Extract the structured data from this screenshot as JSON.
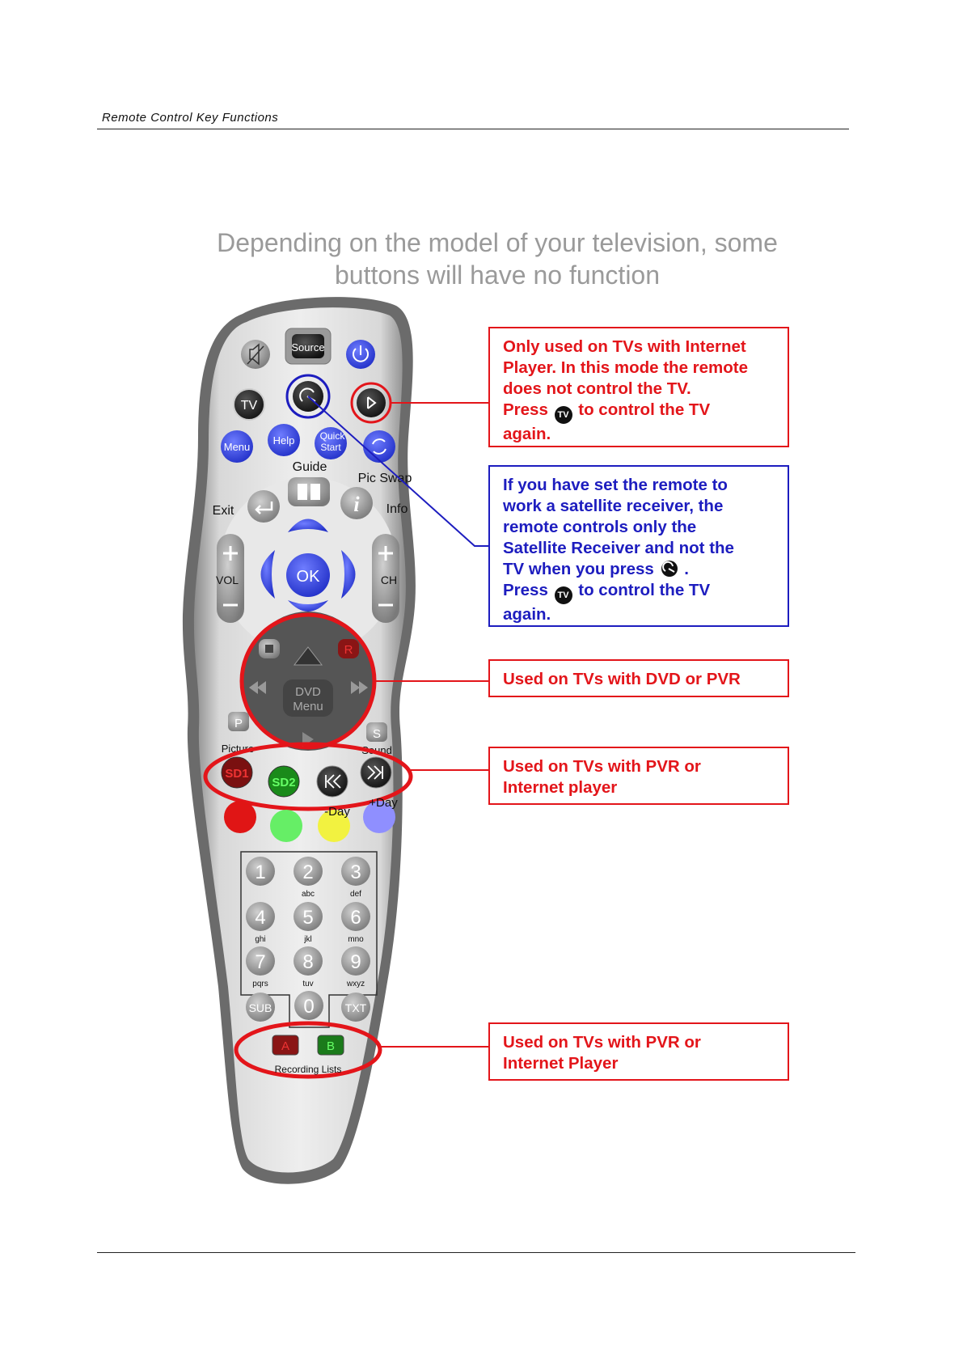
{
  "header": {
    "title": "Remote Control Key Functions"
  },
  "note": {
    "line1": "Depending on the model of your television, some",
    "line2": "buttons will have no function"
  },
  "remote": {
    "source": "Source",
    "tv": "TV",
    "menu": "Menu",
    "help": "Help",
    "quick_start_1": "Quick",
    "quick_start_2": "Start",
    "guide": "Guide",
    "pic_swap": "Pic Swap",
    "exit": "Exit",
    "info": "Info",
    "vol": "VOL",
    "ch": "CH",
    "ok": "OK",
    "dvd_menu_1": "DVD",
    "dvd_menu_2": "Menu",
    "r": "R",
    "p": "P",
    "s": "S",
    "picture": "Picture",
    "sound": "Sound",
    "sd1": "SD1",
    "sd2": "SD2",
    "minus_day": "-Day",
    "plus_day": "+Day",
    "digits": [
      {
        "n": "1",
        "sub": ""
      },
      {
        "n": "2",
        "sub": "abc"
      },
      {
        "n": "3",
        "sub": "def"
      },
      {
        "n": "4",
        "sub": "ghi"
      },
      {
        "n": "5",
        "sub": "jkl"
      },
      {
        "n": "6",
        "sub": "mno"
      },
      {
        "n": "7",
        "sub": "pqrs"
      },
      {
        "n": "8",
        "sub": "tuv"
      },
      {
        "n": "9",
        "sub": "wxyz"
      }
    ],
    "zero": "0",
    "sub": "SUB",
    "txt": "TXT",
    "a": "A",
    "b": "B",
    "recording_lists": "Recording Lists"
  },
  "callouts": {
    "internet": {
      "l1": "Only used on TVs with Internet",
      "l2": "Player. In this mode the remote",
      "l3": "does not control the TV.",
      "l4_a": "Press",
      "l4_b": "to control the TV",
      "l5": "again."
    },
    "satellite": {
      "l1": "If you have set the remote to",
      "l2": "work a satellite receiver, the",
      "l3": "remote controls only the",
      "l4": "Satellite Receiver and not the",
      "l5": "TV when you press",
      "l5_end": ".",
      "l6_a": "Press",
      "l6_b": "to control the TV",
      "l7": "again."
    },
    "dvd": {
      "text": "Used on TVs with DVD or PVR"
    },
    "pvr1": {
      "l1": "Used on TVs with PVR or",
      "l2": "Internet player"
    },
    "pvr2": {
      "l1": "Used on TVs with PVR or",
      "l2": "Internet Player"
    }
  },
  "colors": {
    "red": "#e3151a",
    "blue": "#1d1dbf",
    "button_blue": "#3344dd"
  }
}
